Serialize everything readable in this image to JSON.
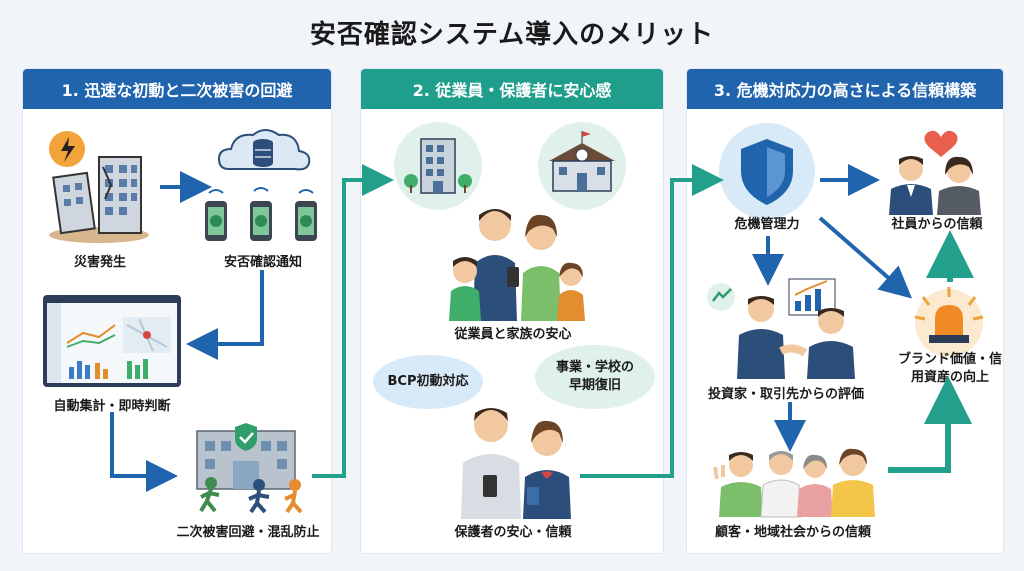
{
  "title": "安否確認システム導入のメリット",
  "panels": [
    {
      "header": "1. 迅速な初動と二次被害の回避",
      "items": [
        "災害発生",
        "安否確認通知",
        "自動集計・即時判断",
        "二次被害回避・混乱防止"
      ]
    },
    {
      "header": "2. 従業員・保護者に安心感",
      "items": [
        "従業員と家族の安心",
        "BCP初動対応",
        "事業・学校の早期復旧",
        "保護者の安心・信頼"
      ]
    },
    {
      "header": "3. 危機対応力の高さによる信頼構築",
      "items": [
        "危機管理力",
        "社員からの信頼",
        "投資家・取引先からの評価",
        "ブランド価値・信用資産の向上",
        "顧客・地域社会からの信頼"
      ]
    }
  ],
  "colors": {
    "blue": "#2164ae",
    "teal": "#1f9e8c",
    "arrow_green": "#22a08c"
  },
  "icons": [
    "lightning-icon",
    "cloud-database-icon",
    "smartphone-check-icon",
    "dashboard-icon",
    "building-shield-icon",
    "office-building-icon",
    "school-icon",
    "family-icon",
    "parent-child-icon",
    "shield-icon",
    "heart-icon",
    "handshake-icon",
    "growth-chart-icon",
    "alarm-light-icon",
    "community-icon"
  ]
}
